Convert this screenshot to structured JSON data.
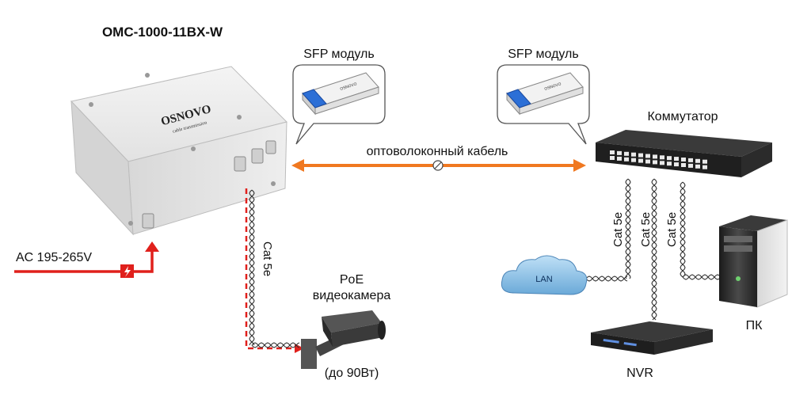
{
  "device": {
    "model": "OMC-1000-11BX-W",
    "brand": "OSNOVO",
    "brand_tagline": "cable transmission"
  },
  "sfp_left": {
    "label": "SFP модуль",
    "module_text": "OSNOVO"
  },
  "sfp_right": {
    "label": "SFP модуль",
    "module_text": "OSNOVO"
  },
  "fiber": {
    "label": "оптоволоконный кабель"
  },
  "power": {
    "label": "AC 195-265V"
  },
  "cables": {
    "camera": "Cat 5e",
    "lan": "Cat 5e",
    "nvr": "Cat 5e",
    "pc": "Cat 5e"
  },
  "switch": {
    "label": "Коммутатор"
  },
  "camera": {
    "label_line1": "PoE",
    "label_line2": "видеокамера",
    "power_note": "(до 90Вт)"
  },
  "cloud": {
    "label": "LAN"
  },
  "pc": {
    "label": "ПК"
  },
  "nvr": {
    "label": "NVR"
  },
  "colors": {
    "fiber_orange": "#f07820",
    "power_red": "#e0201c",
    "box_gray": "#e6e6e6",
    "cloud_blue": "#8fc3e8",
    "device_dark": "#262626"
  },
  "icons": [
    "outdoor-box-icon",
    "sfp-module-icon",
    "switch-icon",
    "camera-icon",
    "cloud-icon",
    "pc-tower-icon",
    "nvr-icon",
    "lightning-icon"
  ]
}
